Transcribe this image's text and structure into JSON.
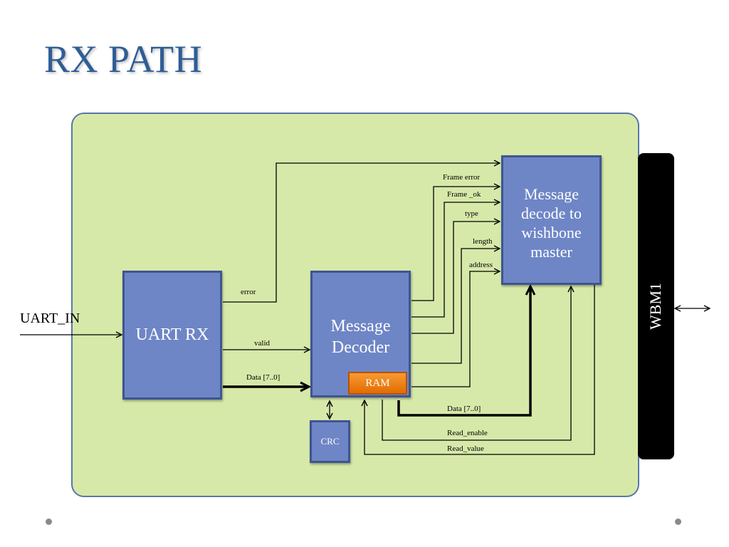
{
  "title": "RX PATH",
  "blocks": {
    "uart_rx": "UART RX",
    "message_decoder": "Message Decoder",
    "wishbone": "Message decode to wishbone master",
    "crc": "CRC",
    "ram": "RAM",
    "wbm": "WBM1"
  },
  "input_label": "UART_IN",
  "signals": {
    "error": "error",
    "valid": "valid",
    "data_in": "Data [7..0]",
    "frame_error": "Frame  error",
    "frame_ok": "Frame _ok",
    "type": "type",
    "length": "length",
    "address": "address",
    "data_out": "Data [7..0]",
    "read_enable": "Read_enable",
    "read_value": "Read_value"
  },
  "colors": {
    "title": "#2f5d95",
    "panel": "#d7e9a9",
    "block": "#6e86c6",
    "ram": "#e8780c",
    "bar": "#000000"
  }
}
